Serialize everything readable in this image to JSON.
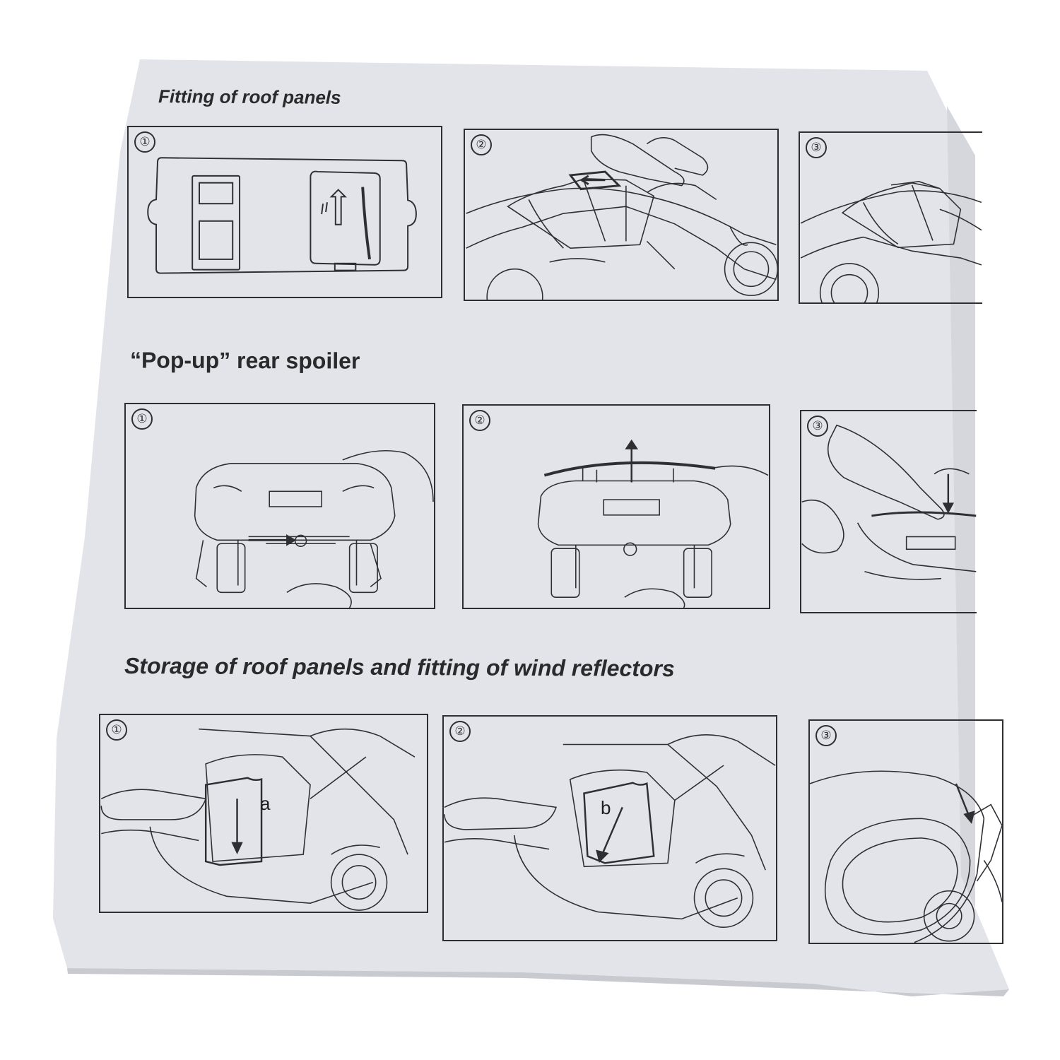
{
  "sections": [
    {
      "title": "Fitting of roof panels",
      "steps": [
        "①",
        "②",
        "③"
      ]
    },
    {
      "title": "“Pop-up” rear spoiler",
      "steps": [
        "①",
        "②",
        "③"
      ]
    },
    {
      "title": "Storage of roof panels and fitting of wind reflectors",
      "steps": [
        "①",
        "②",
        "③"
      ],
      "panel_letters": [
        "a",
        "b"
      ]
    }
  ],
  "colors": {
    "paper": "#e4e5ea",
    "ink": "#2f2f33"
  }
}
